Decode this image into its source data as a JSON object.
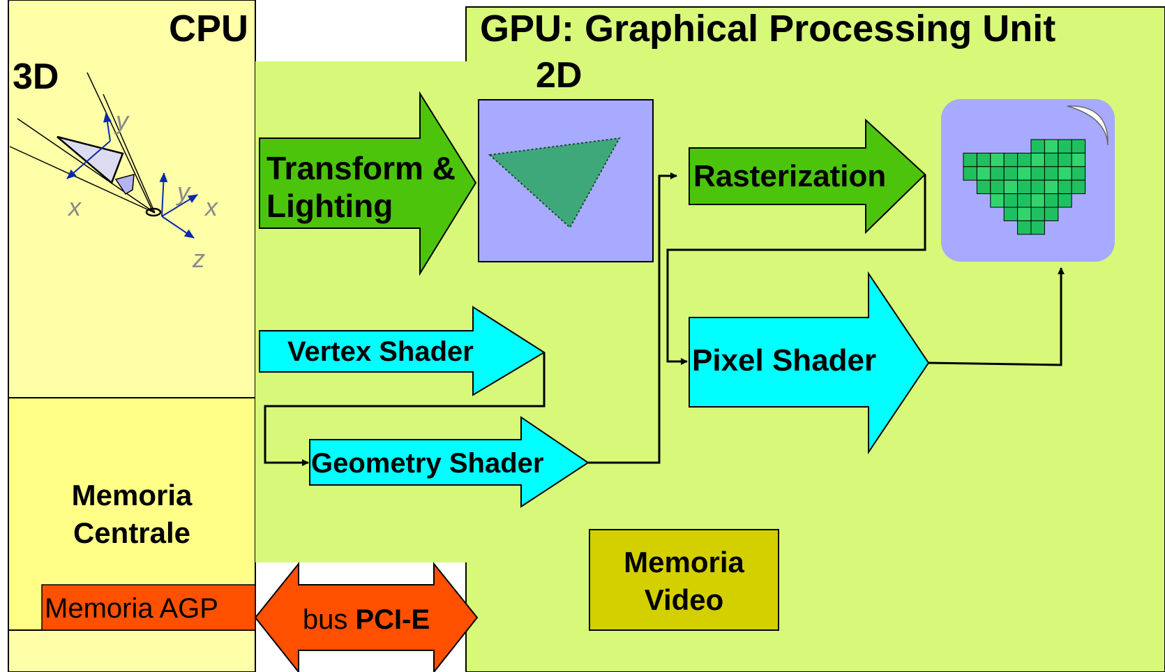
{
  "cpu": {
    "title": "CPU",
    "dim_3d": "3D",
    "axes": {
      "y1": "y",
      "x1": "x",
      "y2": "y",
      "x2": "x",
      "z": "z"
    },
    "memory_central": [
      "Memoria",
      "Centrale"
    ],
    "memory_agp": "Memoria AGP"
  },
  "gpu": {
    "title": "GPU: Graphical Processing Unit",
    "dim_2d": "2D",
    "transform": [
      "Transform &",
      "Lighting"
    ],
    "vertex_shader": "Vertex Shader",
    "geometry_shader": "Geometry Shader",
    "rasterization": "Rasterization",
    "pixel_shader": "Pixel Shader",
    "memory_video": [
      "Memoria",
      "Video"
    ]
  },
  "bus": {
    "prefix": "bus",
    "name": "PCI-E"
  },
  "colors": {
    "cpu_bg": "#ffffa8",
    "memory_central_bg": "#ffff88",
    "gpu_bg": "#d8f87a",
    "green_arrow": "#4cc40c",
    "cyan_arrow": "#00ffff",
    "lavender": "#a8aaff",
    "triangle_fill": "#3fa87a",
    "agp_orange": "#ff5000",
    "video_mem": "#d4d000",
    "axis_blue": "#0a2aa8"
  }
}
